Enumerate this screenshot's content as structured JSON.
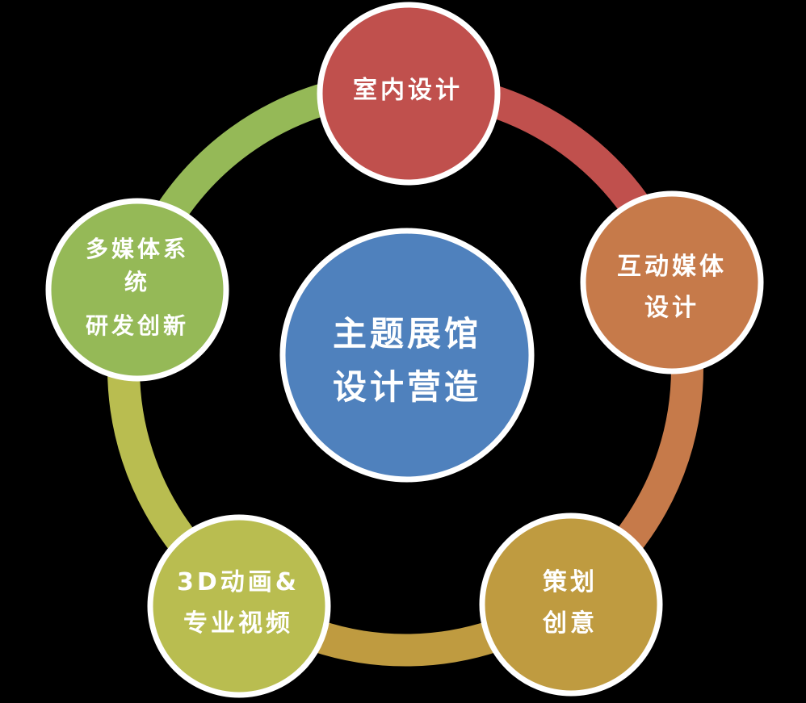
{
  "diagram": {
    "type": "cycle",
    "background_color": "#000000",
    "border_color": "#FFFFFF",
    "text_color": "#FFFFFF",
    "center": {
      "id": "theme-exhibition-hall",
      "lines": [
        "主题展馆",
        "设计营造"
      ],
      "color": "#4F81BD"
    },
    "nodes": [
      {
        "id": "interior-design",
        "lines": [
          "室内设计"
        ],
        "color": "#C0504D"
      },
      {
        "id": "interactive-media",
        "lines": [
          "互动媒体",
          "设计"
        ],
        "color": "#C67A4A"
      },
      {
        "id": "planning-creativity",
        "lines": [
          "策划",
          "创意"
        ],
        "color": "#BF9B40"
      },
      {
        "id": "animation-video",
        "lines": [
          "3D动画&",
          "专业视频"
        ],
        "color": "#B9BD50"
      },
      {
        "id": "multimedia-system-rd",
        "lines": [
          "多媒体系",
          "统",
          "研发创新"
        ],
        "color": "#95B957"
      }
    ],
    "ring": {
      "segments": [
        {
          "from": "interior-design",
          "to": "interactive-media",
          "color": "#C0504D"
        },
        {
          "from": "interactive-media",
          "to": "planning-creativity",
          "color": "#C67A4A"
        },
        {
          "from": "planning-creativity",
          "to": "animation-video",
          "color": "#BF9B40"
        },
        {
          "from": "animation-video",
          "to": "multimedia-system-rd",
          "color": "#B9BD50"
        },
        {
          "from": "multimedia-system-rd",
          "to": "interior-design",
          "color": "#95B957"
        }
      ]
    }
  }
}
